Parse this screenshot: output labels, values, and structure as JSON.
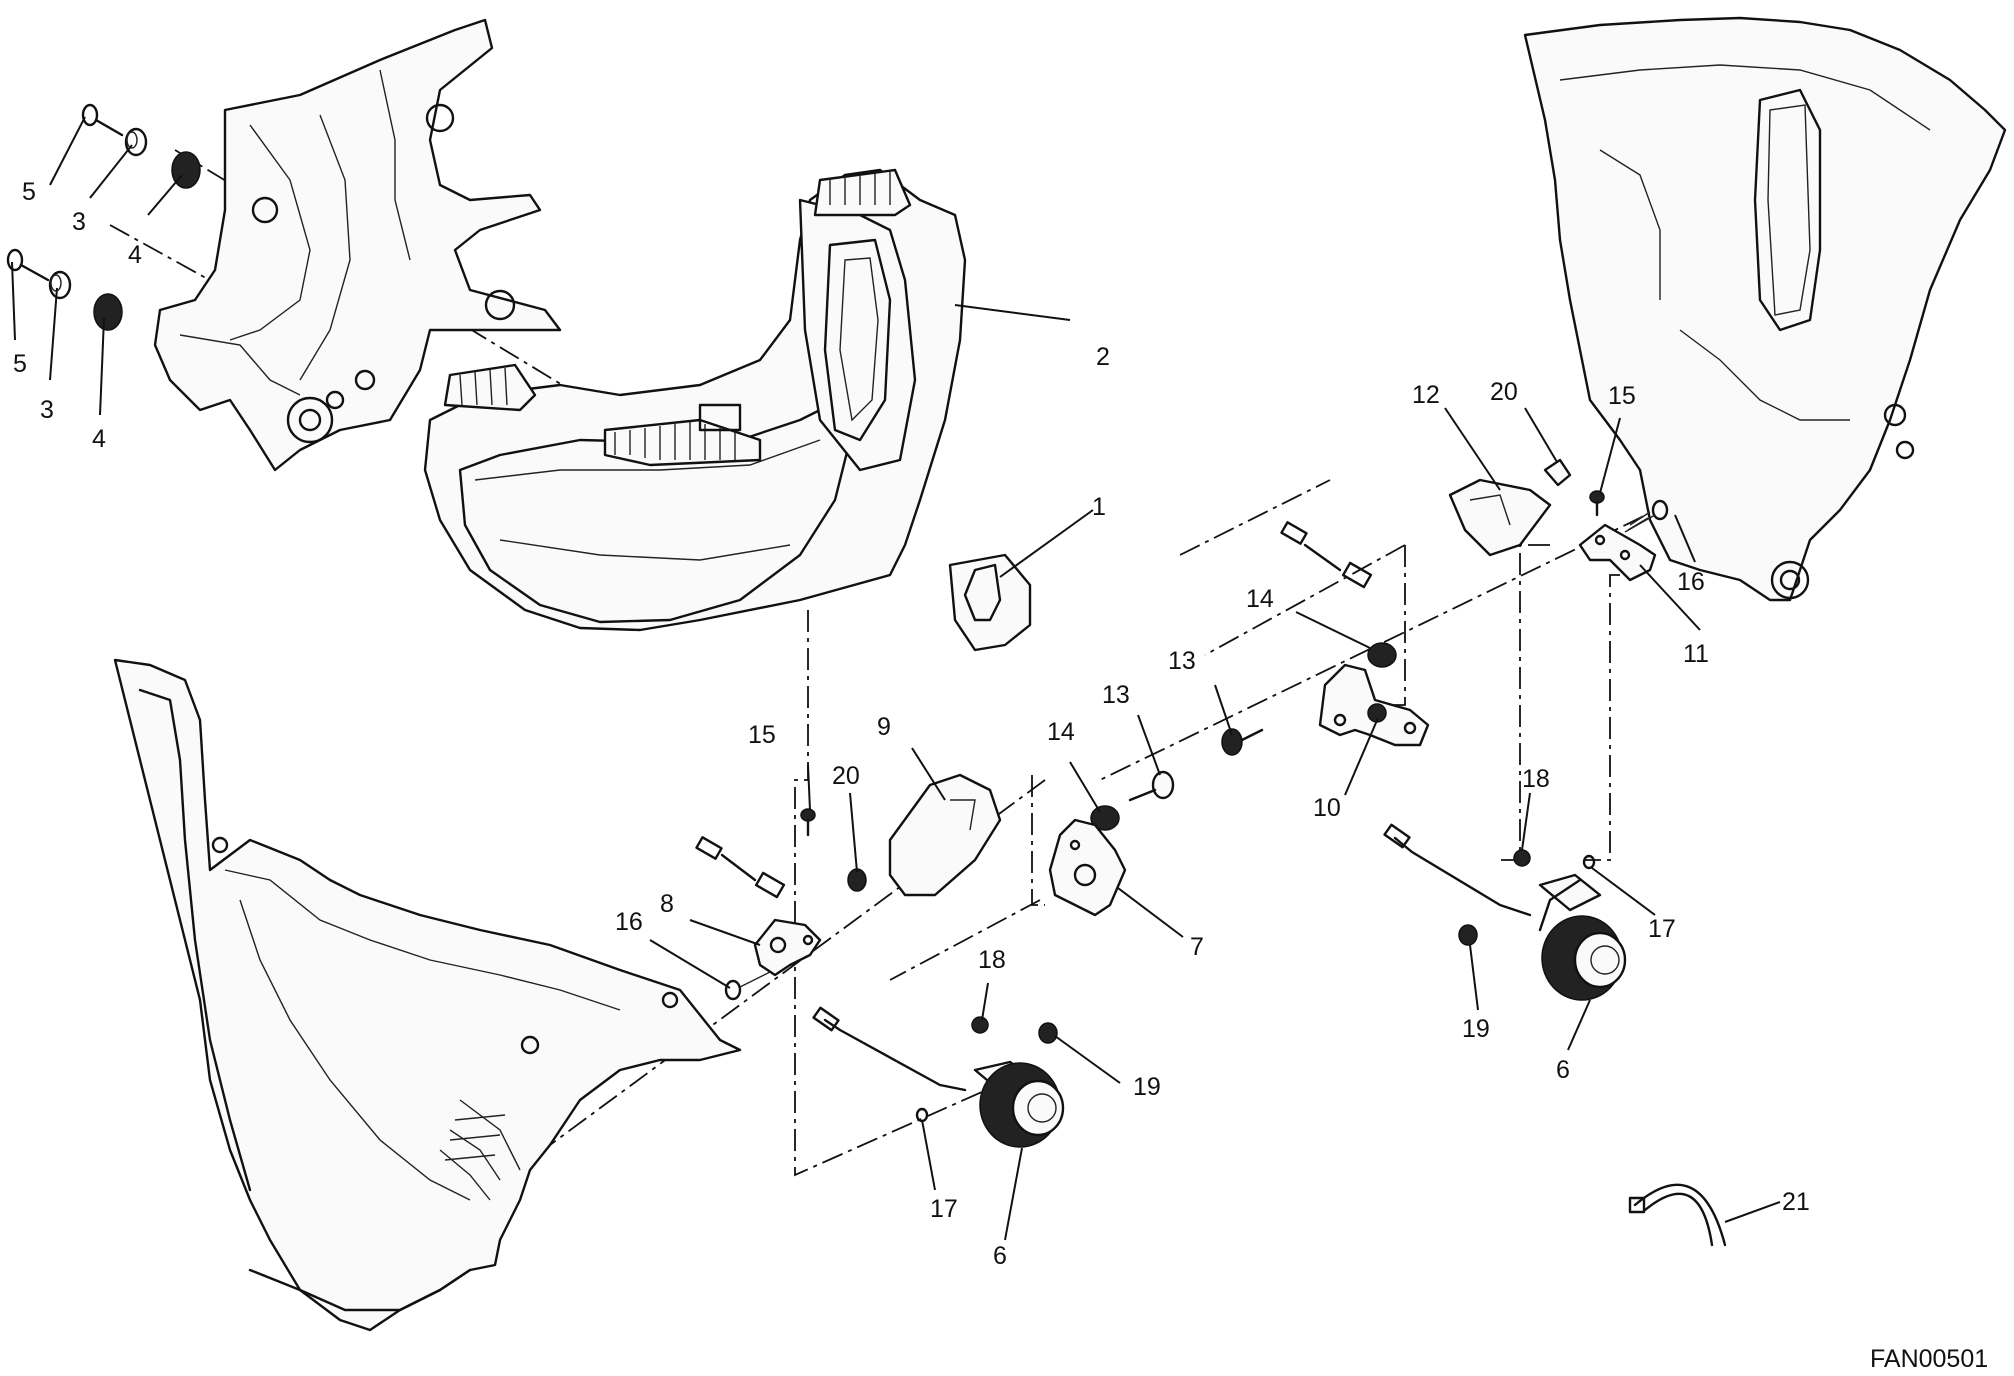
{
  "diagram": {
    "drawing_code": "FAN00501",
    "callouts": {
      "c1": "1",
      "c2": "2",
      "c3a": "3",
      "c3b": "3",
      "c4a": "4",
      "c4b": "4",
      "c5a": "5",
      "c5b": "5",
      "c6a": "6",
      "c6b": "6",
      "c7": "7",
      "c8": "8",
      "c9": "9",
      "c10": "10",
      "c11": "11",
      "c12": "12",
      "c13a": "13",
      "c13b": "13",
      "c14a": "14",
      "c14b": "14",
      "c15a": "15",
      "c15b": "15",
      "c16a": "16",
      "c16b": "16",
      "c17a": "17",
      "c17b": "17",
      "c18a": "18",
      "c18b": "18",
      "c19a": "19",
      "c19b": "19",
      "c20a": "20",
      "c20b": "20",
      "c21": "21"
    }
  }
}
